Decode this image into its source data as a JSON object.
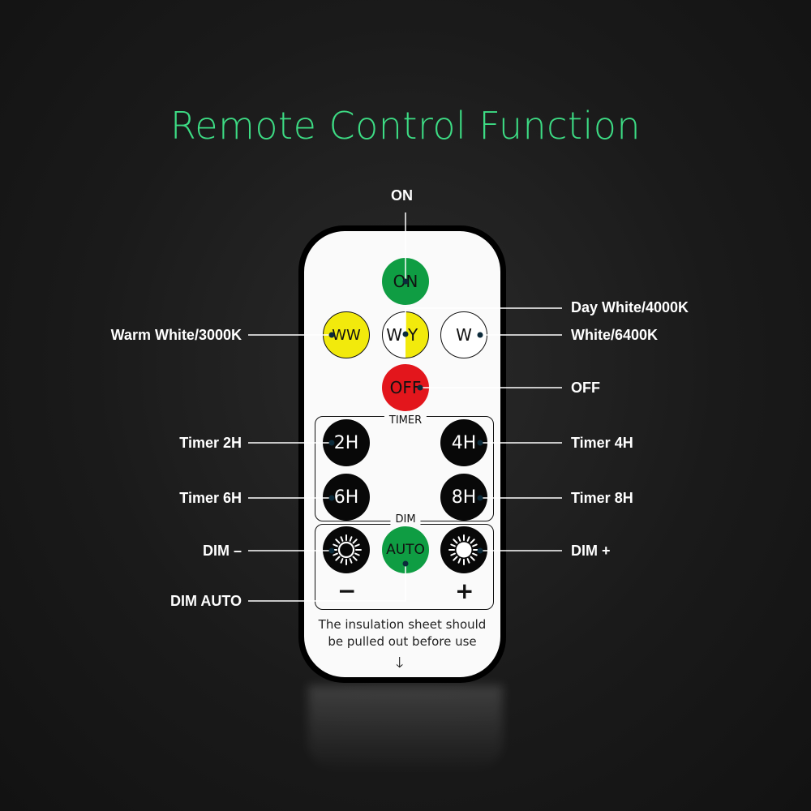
{
  "title": "Remote Control Function",
  "colors": {
    "title": "#3ddc84",
    "on_button": "#0f9d43",
    "off_button": "#e3161c",
    "ww_button": "#f2ea0c",
    "wy_yellow": "#f2ea0c",
    "auto_button": "#0f9d43"
  },
  "buttons": {
    "on": "ON",
    "ww": "WW",
    "wy_w": "W",
    "wy_y": "Y",
    "w": "W",
    "off": "OFF",
    "timer_2h": "2H",
    "timer_4h": "4H",
    "timer_6h": "6H",
    "timer_8h": "8H",
    "auto": "AUTO",
    "dim_minus_icon": "sun-outline-icon",
    "dim_plus_icon": "sun-filled-icon"
  },
  "groups": {
    "timer": "TIMER",
    "dim": "DIM",
    "minus": "−",
    "plus": "+"
  },
  "note": {
    "line1": "The insulation sheet should",
    "line2": "be pulled out before use",
    "arrow": "🡓"
  },
  "callouts": {
    "on": "ON",
    "day_white": "Day White/4000K",
    "warm_white": "Warm White/3000K",
    "white": "White/6400K",
    "off": "OFF",
    "timer_2h": "Timer 2H",
    "timer_4h": "Timer 4H",
    "timer_6h": "Timer 6H",
    "timer_8h": "Timer 8H",
    "dim_minus": "DIM –",
    "dim_plus": "DIM +",
    "dim_auto": "DIM AUTO"
  }
}
